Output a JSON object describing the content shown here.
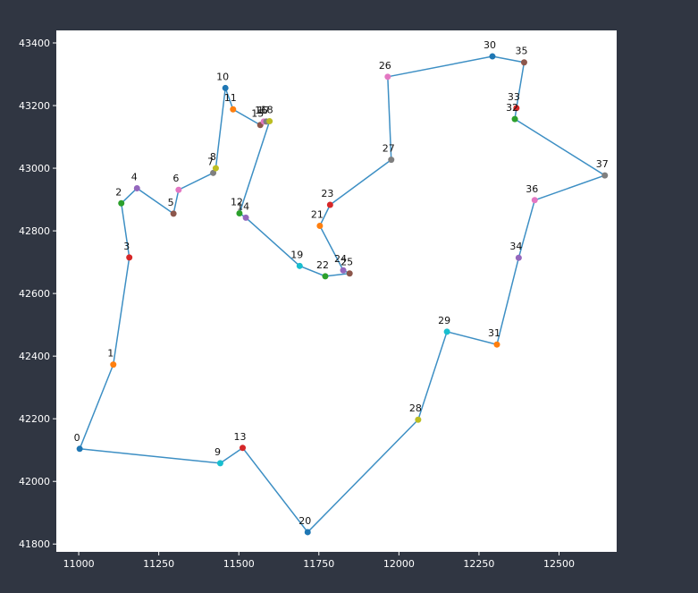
{
  "chart_data": {
    "type": "line",
    "title": "",
    "xlabel": "",
    "ylabel": "",
    "xlim": [
      10930,
      12680
    ],
    "ylim": [
      41775,
      43440
    ],
    "xticks": [
      11000,
      11250,
      11500,
      11750,
      12000,
      12250,
      12500
    ],
    "yticks": [
      41800,
      42000,
      42200,
      42400,
      42600,
      42800,
      43000,
      43200,
      43400
    ],
    "grid": false,
    "line_color": "#3d8fc4",
    "background": "#303642",
    "plot_background": "#ffffff",
    "points": [
      {
        "id": "0",
        "x": 11003,
        "y": 42104,
        "color": "#1f77b4"
      },
      {
        "id": "1",
        "x": 11108,
        "y": 42373,
        "color": "#ff7f0e"
      },
      {
        "id": "2",
        "x": 11133,
        "y": 42888,
        "color": "#2ca02c"
      },
      {
        "id": "3",
        "x": 11158,
        "y": 42715,
        "color": "#d62728"
      },
      {
        "id": "4",
        "x": 11182,
        "y": 42936,
        "color": "#9467bd"
      },
      {
        "id": "5",
        "x": 11296,
        "y": 42855,
        "color": "#8c564b"
      },
      {
        "id": "6",
        "x": 11312,
        "y": 42931,
        "color": "#e377c2"
      },
      {
        "id": "7",
        "x": 11420,
        "y": 42985,
        "color": "#7f7f7f"
      },
      {
        "id": "8",
        "x": 11428,
        "y": 43000,
        "color": "#bcbd22"
      },
      {
        "id": "9",
        "x": 11442,
        "y": 42058,
        "color": "#17becf"
      },
      {
        "id": "10",
        "x": 11458,
        "y": 43256,
        "color": "#1f77b4"
      },
      {
        "id": "11",
        "x": 11482,
        "y": 43188,
        "color": "#ff7f0e"
      },
      {
        "id": "12",
        "x": 11502,
        "y": 42856,
        "color": "#2ca02c"
      },
      {
        "id": "13",
        "x": 11512,
        "y": 42107,
        "color": "#d62728"
      },
      {
        "id": "14",
        "x": 11522,
        "y": 42842,
        "color": "#9467bd"
      },
      {
        "id": "15",
        "x": 11567,
        "y": 43138,
        "color": "#8c564b"
      },
      {
        "id": "16",
        "x": 11578,
        "y": 43149,
        "color": "#e377c2"
      },
      {
        "id": "17",
        "x": 11586,
        "y": 43149,
        "color": "#7f7f7f"
      },
      {
        "id": "18",
        "x": 11596,
        "y": 43150,
        "color": "#bcbd22"
      },
      {
        "id": "19",
        "x": 11690,
        "y": 42688,
        "color": "#17becf"
      },
      {
        "id": "20",
        "x": 11715,
        "y": 41838,
        "color": "#1f77b4"
      },
      {
        "id": "21",
        "x": 11753,
        "y": 42816,
        "color": "#ff7f0e"
      },
      {
        "id": "22",
        "x": 11770,
        "y": 42655,
        "color": "#2ca02c"
      },
      {
        "id": "23",
        "x": 11785,
        "y": 42883,
        "color": "#d62728"
      },
      {
        "id": "24",
        "x": 11826,
        "y": 42674,
        "color": "#9467bd"
      },
      {
        "id": "25",
        "x": 11846,
        "y": 42664,
        "color": "#8c564b"
      },
      {
        "id": "26",
        "x": 11965,
        "y": 43292,
        "color": "#e377c2"
      },
      {
        "id": "27",
        "x": 11976,
        "y": 43027,
        "color": "#7f7f7f"
      },
      {
        "id": "28",
        "x": 12060,
        "y": 42197,
        "color": "#bcbd22"
      },
      {
        "id": "29",
        "x": 12150,
        "y": 42478,
        "color": "#17becf"
      },
      {
        "id": "30",
        "x": 12292,
        "y": 43357,
        "color": "#1f77b4"
      },
      {
        "id": "31",
        "x": 12306,
        "y": 42437,
        "color": "#ff7f0e"
      },
      {
        "id": "32",
        "x": 12362,
        "y": 43157,
        "color": "#2ca02c"
      },
      {
        "id": "33",
        "x": 12367,
        "y": 43192,
        "color": "#d62728"
      },
      {
        "id": "34",
        "x": 12374,
        "y": 42714,
        "color": "#9467bd"
      },
      {
        "id": "35",
        "x": 12391,
        "y": 43338,
        "color": "#8c564b"
      },
      {
        "id": "36",
        "x": 12424,
        "y": 42898,
        "color": "#e377c2"
      },
      {
        "id": "37",
        "x": 12643,
        "y": 42977,
        "color": "#7f7f7f"
      }
    ],
    "route": [
      "0",
      "1",
      "3",
      "2",
      "4",
      "5",
      "6",
      "7",
      "8",
      "10",
      "11",
      "15",
      "16",
      "17",
      "18",
      "12",
      "14",
      "19",
      "22",
      "25",
      "24",
      "21",
      "23",
      "27",
      "26",
      "30",
      "35",
      "33",
      "32",
      "37",
      "36",
      "34",
      "31",
      "29",
      "28",
      "20",
      "13",
      "9",
      "0"
    ]
  }
}
